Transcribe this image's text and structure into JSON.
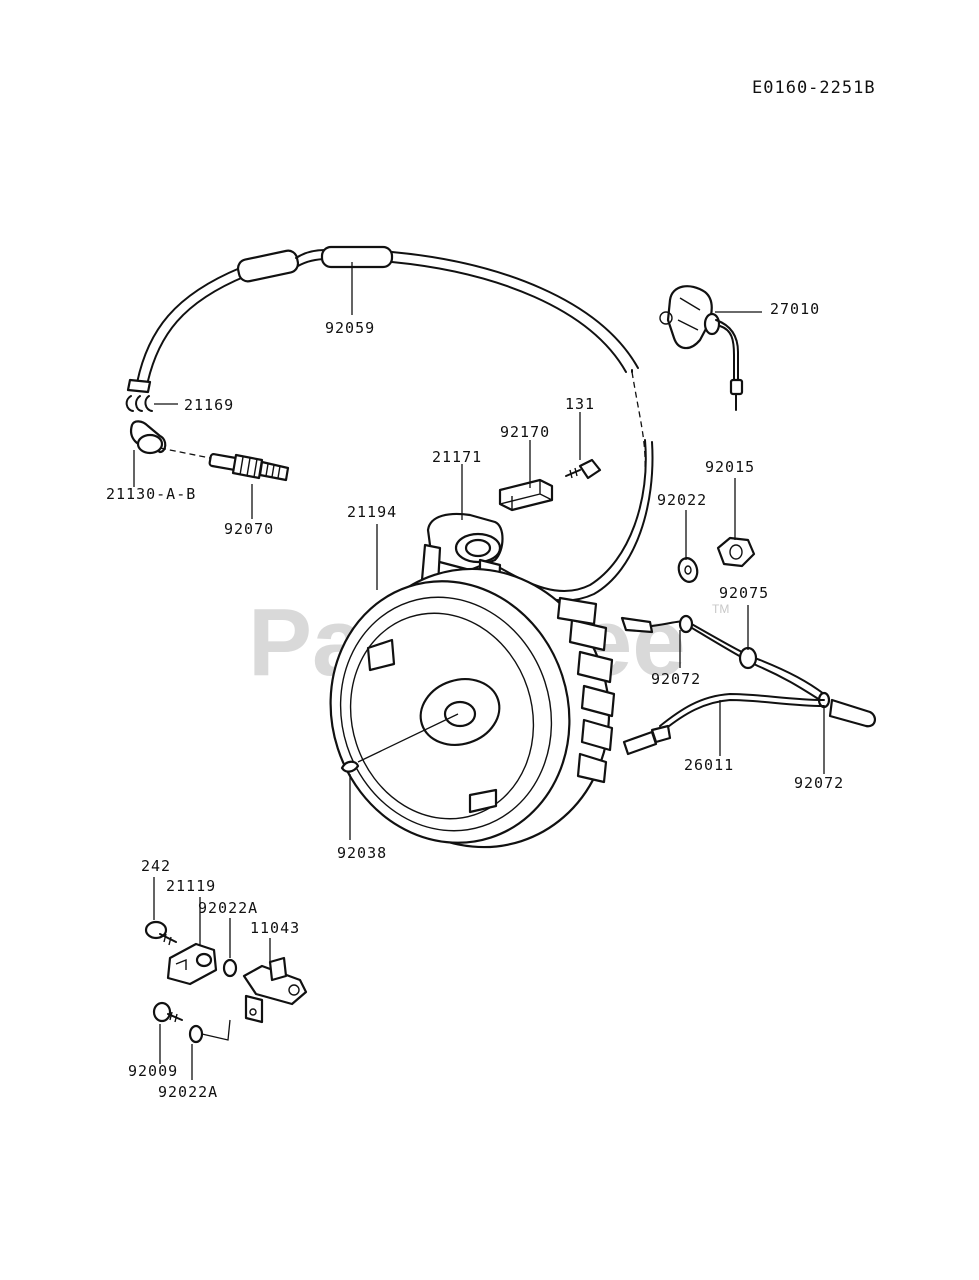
{
  "diagram": {
    "reference_code": "E0160-2251B",
    "watermark": "PartsTree",
    "watermark_tm": "TM",
    "callouts": [
      {
        "id": "92059",
        "label": "92059"
      },
      {
        "id": "27010",
        "label": "27010"
      },
      {
        "id": "21169",
        "label": "21169"
      },
      {
        "id": "131",
        "label": "131"
      },
      {
        "id": "92170",
        "label": "92170"
      },
      {
        "id": "21171",
        "label": "21171"
      },
      {
        "id": "21130-A-B",
        "label": "21130-A-B"
      },
      {
        "id": "92070",
        "label": "92070"
      },
      {
        "id": "21194",
        "label": "21194"
      },
      {
        "id": "92015",
        "label": "92015"
      },
      {
        "id": "92022",
        "label": "92022"
      },
      {
        "id": "92075",
        "label": "92075"
      },
      {
        "id": "92072-a",
        "label": "92072"
      },
      {
        "id": "26011",
        "label": "26011"
      },
      {
        "id": "92072-b",
        "label": "92072"
      },
      {
        "id": "92038",
        "label": "92038"
      },
      {
        "id": "242",
        "label": "242"
      },
      {
        "id": "21119",
        "label": "21119"
      },
      {
        "id": "92022A-a",
        "label": "92022A"
      },
      {
        "id": "11043",
        "label": "11043"
      },
      {
        "id": "92009",
        "label": "92009"
      },
      {
        "id": "92022A-b",
        "label": "92022A"
      }
    ]
  }
}
